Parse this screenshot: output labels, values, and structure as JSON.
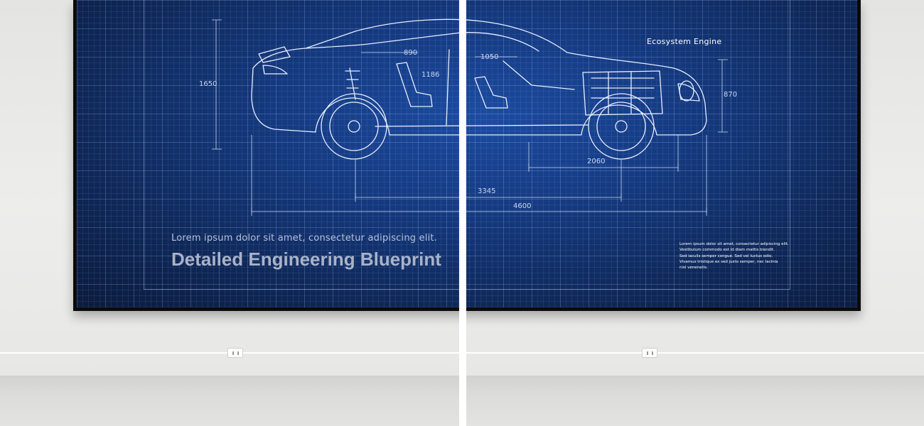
{
  "poster": {
    "heading": "Ecosystem Engine",
    "tagline": "Lorem ipsum dolor sit amet, consectetur adipiscing elit.",
    "title": "Detailed Engineering Blueprint",
    "description": [
      "Lorem ipsum dolor sit amet, consectetur adipiscing elit.",
      "Vestibulum commodo est id diam mattis blandit.",
      "Sed iaculis semper congue. Sed vel luctus odio.",
      "Vivamus tristique ex sed justo semper, nec lacinia",
      "nisl venenatis."
    ]
  },
  "dimensions": {
    "height_total": "1650",
    "roof_a": "890",
    "roof_b": "1050",
    "seat_depth": "1186",
    "front_height": "870",
    "front_length": "2060",
    "wheelbase": "3345",
    "overall_length": "4600"
  },
  "colors": {
    "poster_blue": "#153a80",
    "line_white": "#ffffff",
    "wall": "#e9e9e8"
  }
}
